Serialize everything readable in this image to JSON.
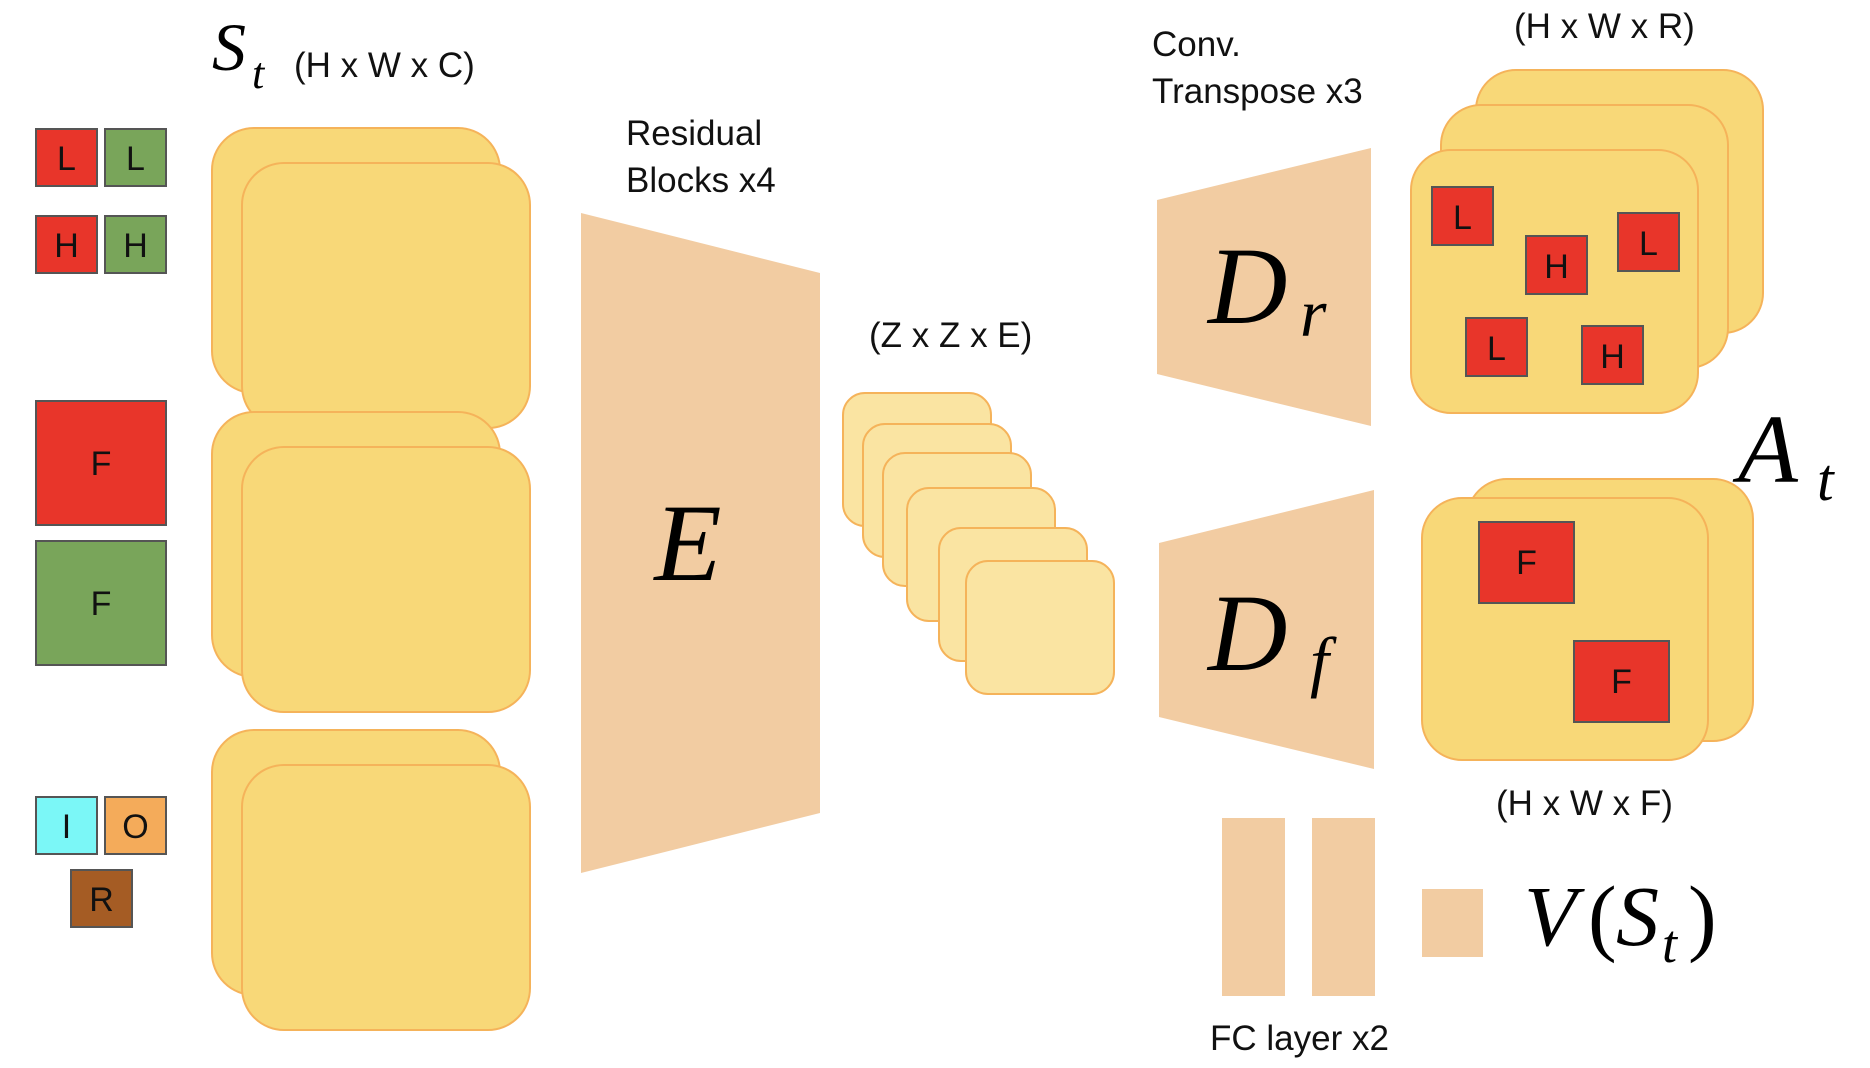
{
  "colors": {
    "feature_map_fill": "#f8d878",
    "feature_map_stroke": "#f5b35a",
    "latent_fill": "#fae4a2",
    "network_fill": "#f2cca2",
    "red": "#e8352a",
    "green": "#79a55a",
    "cyan": "#7bf7f7",
    "orange": "#f4ab5a",
    "brown": "#a55c24"
  },
  "input": {
    "symbol": "S",
    "symbol_sub": "t",
    "dims": "(H x W x C)",
    "channel_squares": [
      {
        "label": "L",
        "color": "red"
      },
      {
        "label": "L",
        "color": "green"
      },
      {
        "label": "H",
        "color": "red"
      },
      {
        "label": "H",
        "color": "green"
      },
      {
        "label": "F",
        "color": "red"
      },
      {
        "label": "F",
        "color": "green"
      },
      {
        "label": "I",
        "color": "cyan"
      },
      {
        "label": "O",
        "color": "orange"
      },
      {
        "label": "R",
        "color": "brown"
      }
    ]
  },
  "encoder": {
    "label": "Residual Blocks x4",
    "label_line1": "Residual",
    "label_line2": "Blocks x4",
    "symbol": "E"
  },
  "latent": {
    "dims": "(Z x Z x E)"
  },
  "decoder_r": {
    "label_line1": "Conv.",
    "label_line2": "Transpose x3",
    "symbol": "D",
    "symbol_sub": "r",
    "output_dims": "(H x W x R)",
    "output_squares": [
      "L",
      "H",
      "L",
      "L",
      "H"
    ]
  },
  "decoder_f": {
    "symbol": "D",
    "symbol_sub": "f",
    "output_dims": "(H x W x F)",
    "output_squares": [
      "F",
      "F"
    ]
  },
  "action": {
    "symbol": "A",
    "symbol_sub": "t"
  },
  "value_head": {
    "label": "FC layer x2",
    "expr_fn": "V",
    "expr_open": "(",
    "expr_symbol": "S",
    "expr_sub": "t",
    "expr_close": ")"
  }
}
